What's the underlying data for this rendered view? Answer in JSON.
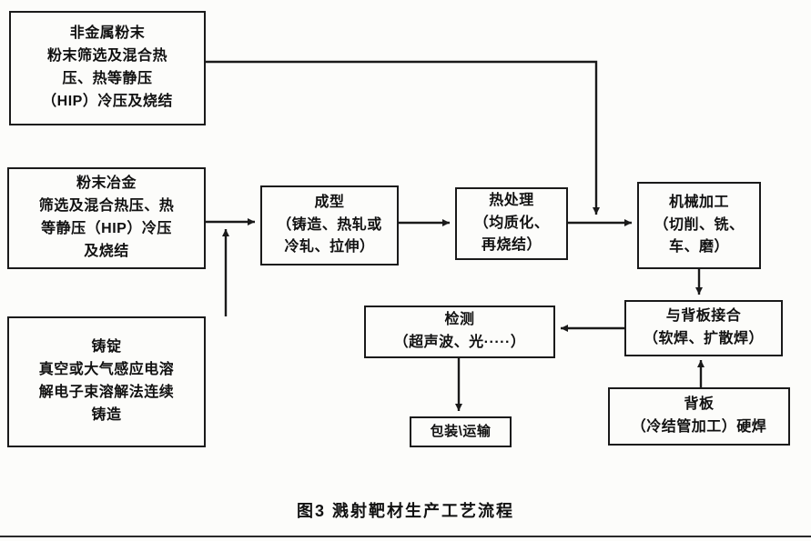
{
  "figure": {
    "caption": "图3  溅射靶材生产工艺流程"
  },
  "nodes": {
    "nonmetal_powder": {
      "label": "非金属粉末\n粉末筛选及混合热\n压、热等静压\n（HIP）冷压及烧结"
    },
    "powder_metallurgy": {
      "label": "粉末冶金\n筛选及混合热压、热\n等静压（HIP）冷压\n及烧结"
    },
    "ingot_casting": {
      "label": "铸锭\n真空或大气感应电溶\n解电子束溶解法连续\n铸造"
    },
    "forming": {
      "label": "成型\n（铸造、热轧或\n冷轧、拉伸）"
    },
    "heat_treatment": {
      "label": "热处理\n（均质化、\n再烧结）"
    },
    "machining": {
      "label": "机械加工\n（切削、铣、\n车、磨）"
    },
    "bonding": {
      "label": "与背板接合\n（软焊、扩散焊）"
    },
    "backing_plate": {
      "label": "背板\n（冷结管加工）硬焊"
    },
    "inspection": {
      "label": "检测\n（超声波、光·····）"
    },
    "packaging": {
      "label": "包装\\运输"
    }
  },
  "colors": {
    "line": "#1a1a1a",
    "box_border": "#1a1a1a",
    "background": "#fcfcfa",
    "text": "#111111"
  }
}
